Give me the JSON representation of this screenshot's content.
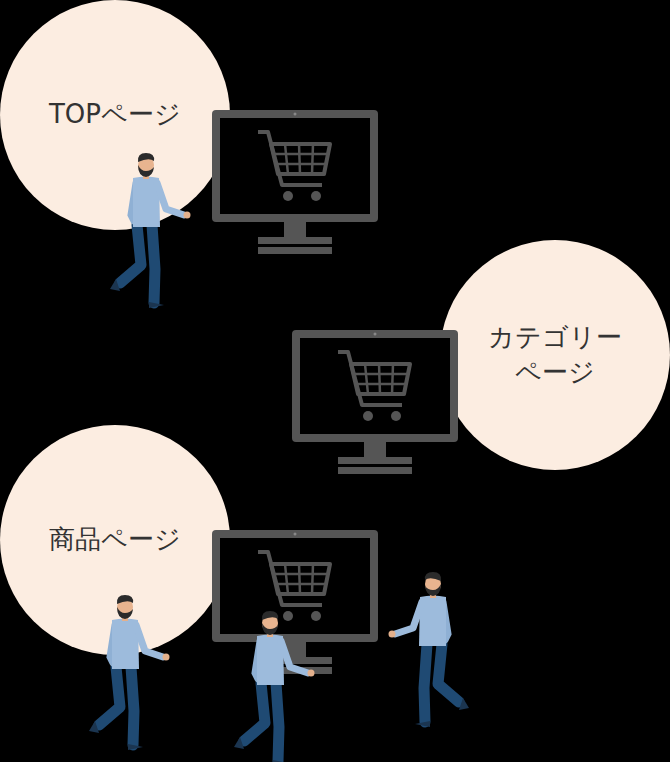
{
  "diagram": {
    "nodes": [
      {
        "text": [
          "TOPページ"
        ]
      },
      {
        "text": [
          "カテゴリー ページ"
        ]
      },
      {
        "text": [
          "商品ページ"
        ]
      }
    ]
  }
}
